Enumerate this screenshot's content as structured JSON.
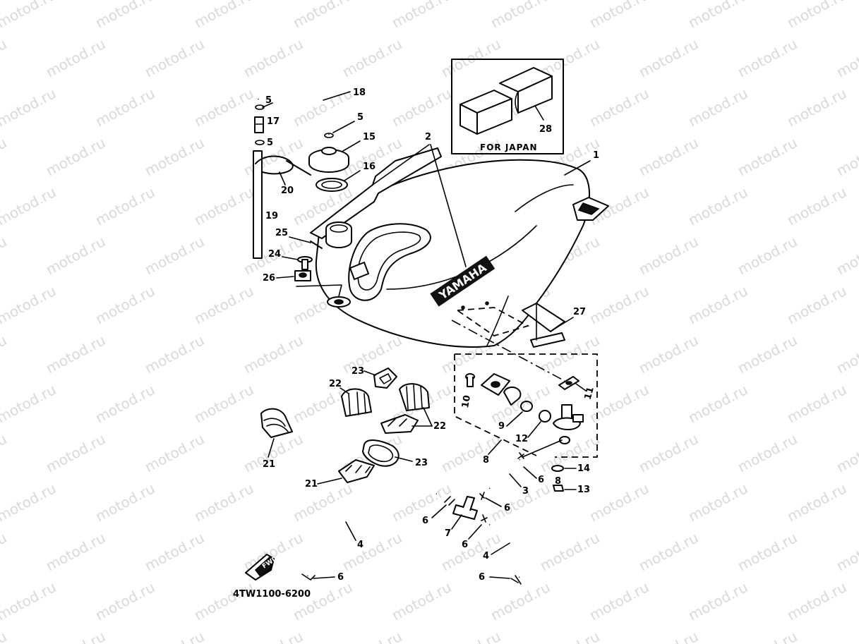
{
  "watermark": "motod.ru",
  "labels": {
    "p1": "1",
    "p2": "2",
    "p3": "3",
    "p4a": "4",
    "p4b": "4",
    "p5a": "5",
    "p5b": "5",
    "p5c": "5",
    "p6a": "6",
    "p6b": "6",
    "p6c": "6",
    "p6d": "6",
    "p6e": "6",
    "p6f": "6",
    "p7": "7",
    "p8a": "8",
    "p8b": "8",
    "p9": "9",
    "p10": "10",
    "p11": "11",
    "p12": "12",
    "p13": "13",
    "p14": "14",
    "p15": "15",
    "p16": "16",
    "p17": "17",
    "p18": "18",
    "p19": "19",
    "p20": "20",
    "p21a": "21",
    "p21b": "21",
    "p22a": "22",
    "p22b": "22",
    "p23a": "23",
    "p23b": "23",
    "p24": "24",
    "p25": "25",
    "p26": "26",
    "p27": "27",
    "p28": "28"
  },
  "inset_caption": "FOR JAPAN",
  "brand_text": "YAMAHA",
  "arrow_text": "FWD",
  "diagram_code": "4TW1100-6200"
}
